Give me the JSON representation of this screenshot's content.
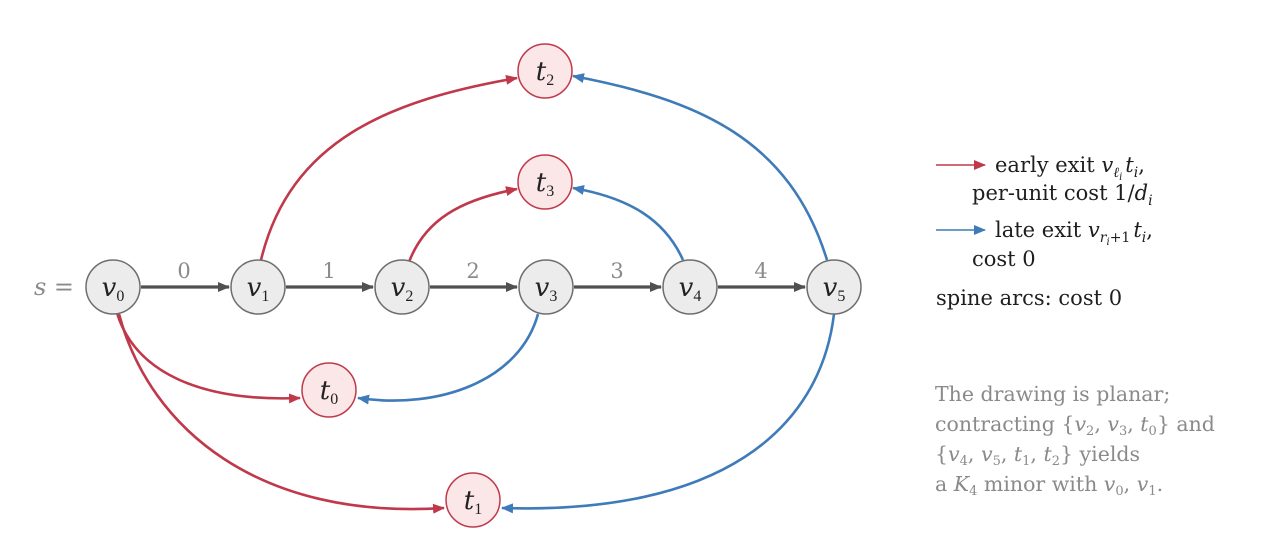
{
  "colors": {
    "early": "#c0394b",
    "late": "#3f7bb8",
    "spine": "#505050",
    "spine_node_fill": "#ececec",
    "spine_node_stroke": "#6e6e6e",
    "terminal_fill": "#fbe7e8",
    "terminal_stroke": "#c0394b",
    "note": "#8a8a8a"
  },
  "source": {
    "prefix": "s ="
  },
  "spine": {
    "nodes": [
      {
        "id": "v0",
        "base": "v",
        "sub": "0"
      },
      {
        "id": "v1",
        "base": "v",
        "sub": "1"
      },
      {
        "id": "v2",
        "base": "v",
        "sub": "2"
      },
      {
        "id": "v3",
        "base": "v",
        "sub": "3"
      },
      {
        "id": "v4",
        "base": "v",
        "sub": "4"
      },
      {
        "id": "v5",
        "base": "v",
        "sub": "5"
      }
    ],
    "arcs": [
      {
        "from": "v0",
        "to": "v1",
        "weight": "0"
      },
      {
        "from": "v1",
        "to": "v2",
        "weight": "1"
      },
      {
        "from": "v2",
        "to": "v3",
        "weight": "2"
      },
      {
        "from": "v3",
        "to": "v4",
        "weight": "3"
      },
      {
        "from": "v4",
        "to": "v5",
        "weight": "4"
      }
    ]
  },
  "terminals": [
    {
      "id": "t0",
      "base": "t",
      "sub": "0"
    },
    {
      "id": "t1",
      "base": "t",
      "sub": "1"
    },
    {
      "id": "t2",
      "base": "t",
      "sub": "2"
    },
    {
      "id": "t3",
      "base": "t",
      "sub": "3"
    }
  ],
  "exits": [
    {
      "kind": "early",
      "from": "v0",
      "to": "t0"
    },
    {
      "kind": "early",
      "from": "v0",
      "to": "t1"
    },
    {
      "kind": "early",
      "from": "v1",
      "to": "t2"
    },
    {
      "kind": "early",
      "from": "v2",
      "to": "t3"
    },
    {
      "kind": "late",
      "from": "v3",
      "to": "t0"
    },
    {
      "kind": "late",
      "from": "v5",
      "to": "t1"
    },
    {
      "kind": "late",
      "from": "v5",
      "to": "t2"
    },
    {
      "kind": "late",
      "from": "v4",
      "to": "t3"
    }
  ],
  "legend": {
    "early_line1": "early exit",
    "early_line1_math": "v",
    "early_line1_sub": "ℓ",
    "early_line1_subsub": "i",
    "early_line1_tail": "t",
    "early_line1_tail_sub": "i",
    "early_line1_end": ",",
    "early_line2": "per-unit cost 1/",
    "early_line2_math": "d",
    "early_line2_sub": "i",
    "late_line1": "late exit",
    "late_line1_math": "v",
    "late_line1_sub_r": "r",
    "late_line1_subsub": "i",
    "late_line1_sub_tail": "+1",
    "late_line1_tail": "t",
    "late_line1_tail_sub": "i",
    "late_line1_end": ",",
    "late_line2": "cost 0",
    "spine_line": "spine arcs: cost 0"
  },
  "note": {
    "line1": "The drawing is planar;",
    "line2_text": "contracting {",
    "line2_set": [
      "v2",
      "v3",
      "t0"
    ],
    "line2_end": "} and",
    "line3_set": [
      "v4",
      "v5",
      "t1",
      "t2"
    ],
    "line3_end": "} yields",
    "line4_a": "a ",
    "line4_K": "K",
    "line4_Ksub": "4",
    "line4_b": " minor with ",
    "line4_vars": [
      "v0",
      "v1"
    ],
    "line4_end": "."
  }
}
